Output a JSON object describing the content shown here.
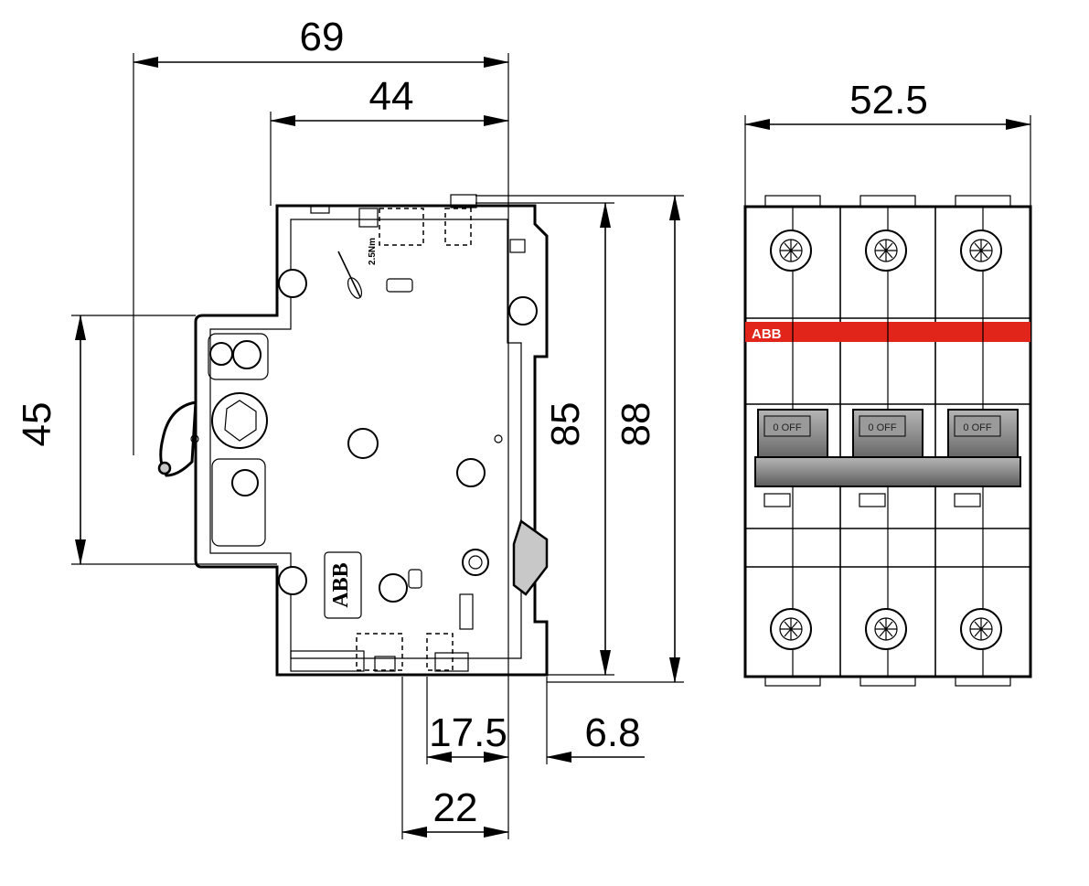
{
  "dimensions": {
    "width_overall": "69",
    "width_front": "44",
    "width_module": "52.5",
    "height_rail": "45",
    "height_85": "85",
    "height_88": "88",
    "depth_17_5": "17.5",
    "depth_6_8": "6.8",
    "depth_22": "22"
  },
  "labels": {
    "brand": "ABB",
    "torque": "2.5Nm",
    "switch_text": "0 OFF"
  },
  "colors": {
    "line": "#000000",
    "brand_band": "#e1251b",
    "toggle": "#8a8a8a"
  }
}
